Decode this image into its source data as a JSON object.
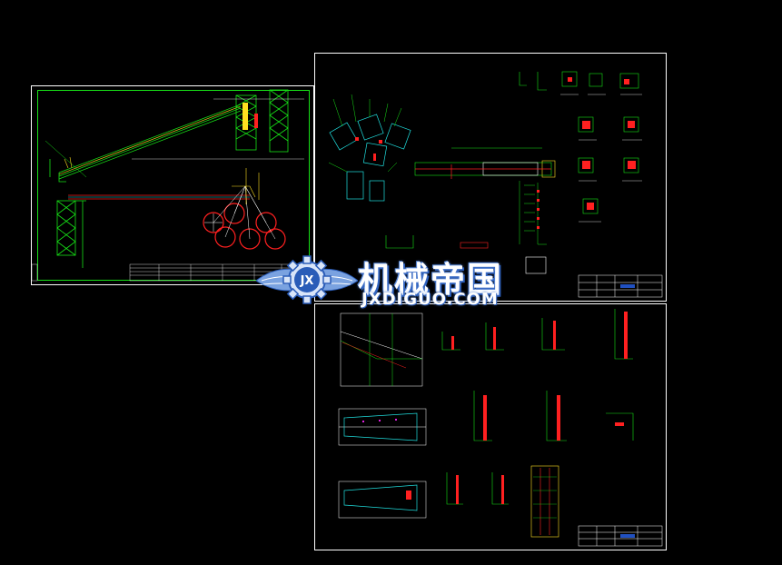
{
  "watermark": {
    "cn_text": "机械帝国",
    "domain": "JXDIGUO.COM",
    "logo_letters": "JX",
    "colors": {
      "primary": "#4a7ad0",
      "accent": "#2a5cb8",
      "text": "#ffffff"
    }
  },
  "sheets": {
    "left": {
      "frame_color": "#17e017",
      "border_color": "#ffffff"
    },
    "upper": {
      "border_color": "#ffffff"
    },
    "lower": {
      "border_color": "#ffffff"
    }
  },
  "palette": {
    "background": "#000000",
    "green": "#17e017",
    "red": "#ff2020",
    "cyan": "#20e0e0",
    "yellow": "#ffe020",
    "white": "#ffffff",
    "magenta": "#e020e0",
    "blue": "#2050c0"
  },
  "icons": {
    "logo": "gear-wings-logo"
  }
}
